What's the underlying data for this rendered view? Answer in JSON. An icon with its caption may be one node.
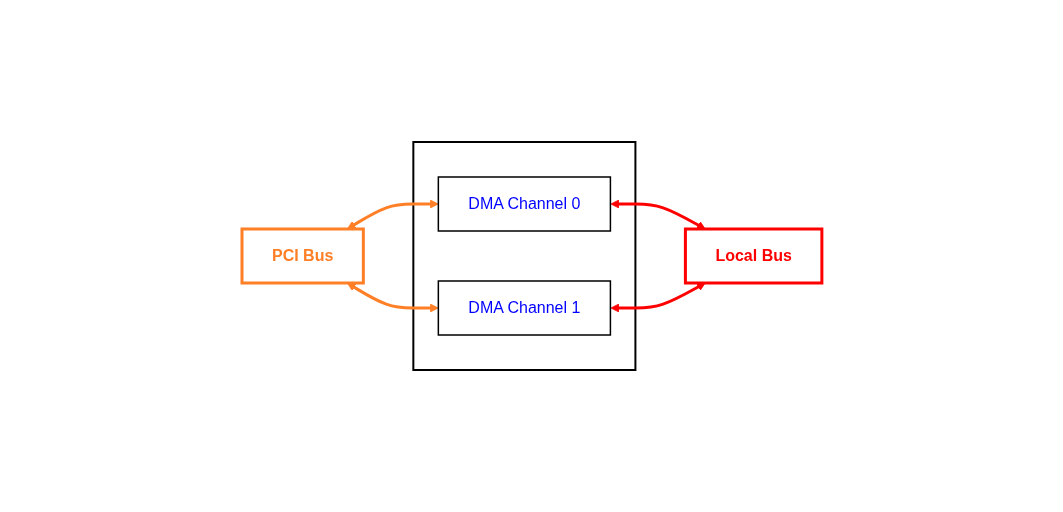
{
  "diagram": {
    "nodes": [
      {
        "text": [
          "PCI Bus"
        ]
      },
      {
        "text": [],
        "shape": "box"
      },
      {
        "text": [
          "DMA Channel 0"
        ],
        "in": 1
      },
      {
        "text": [
          "DMA Channel 1"
        ],
        "in": 1
      },
      {
        "text": [
          "Local Bus"
        ]
      }
    ],
    "edges": [
      {
        "from": 0,
        "to": 2,
        "arrow": "both",
        "color": "#ff7f27"
      },
      {
        "from": 0,
        "to": 3,
        "arrow": "both",
        "color": "#ff7f27"
      },
      {
        "from": 2,
        "to": 4,
        "arrow": "both",
        "color": "#ff0000"
      },
      {
        "from": 3,
        "to": 4,
        "arrow": "both",
        "color": "#ff0000"
      }
    ]
  }
}
